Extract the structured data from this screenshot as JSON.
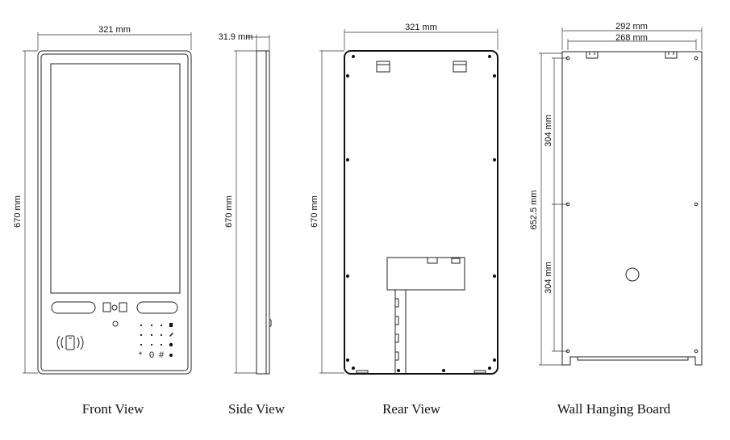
{
  "front": {
    "caption": "Front View",
    "width_label": "321 mm",
    "height_label": "670 mm",
    "keypad_labels": [
      "*",
      "0",
      "#"
    ]
  },
  "side": {
    "caption": "Side View",
    "depth_label": "31.9 mm",
    "height_label": "670 mm"
  },
  "rear": {
    "caption": "Rear View",
    "width_label": "321 mm",
    "height_label": "670 mm"
  },
  "wall": {
    "caption": "Wall Hanging Board",
    "outer_width_label": "292 mm",
    "inner_width_label": "268 mm",
    "total_height_label": "652.5 mm",
    "upper_segment_label": "304 mm",
    "lower_segment_label": "304 mm"
  }
}
